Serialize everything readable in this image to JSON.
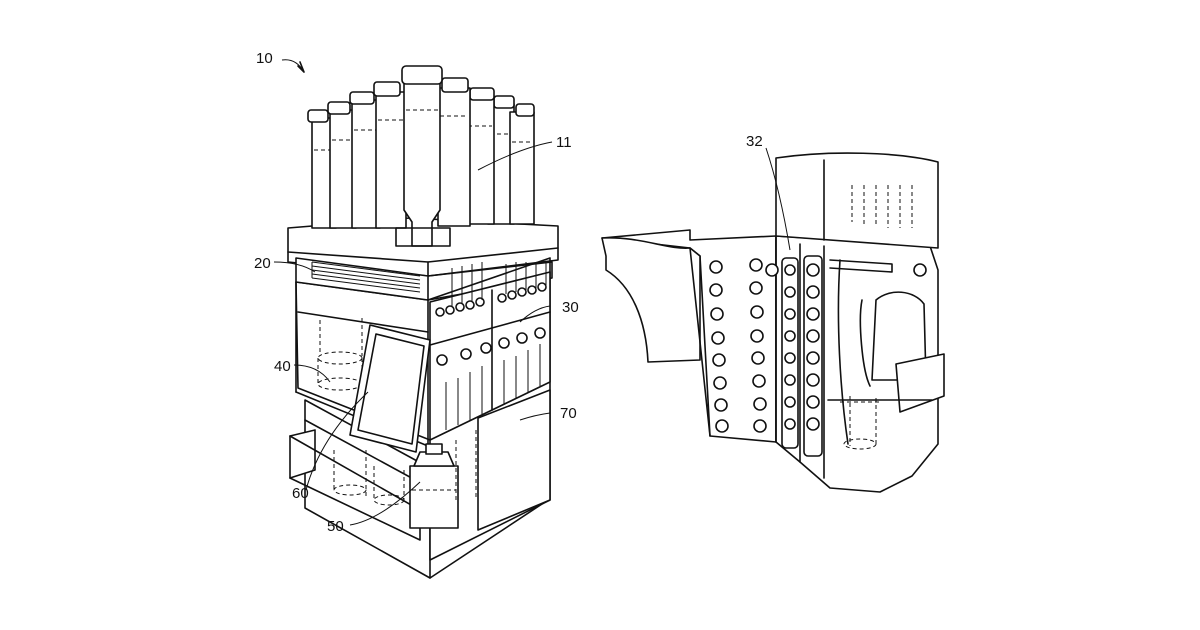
{
  "labels": {
    "assembly": "10",
    "bottles": "11",
    "manifold": "20",
    "valve_panel": "30",
    "valve_panel_open": "32",
    "reservoir": "40",
    "collection_bottle": "50",
    "display": "60",
    "housing": "70"
  },
  "colors": {
    "line": "#111111",
    "background": "#ffffff"
  }
}
